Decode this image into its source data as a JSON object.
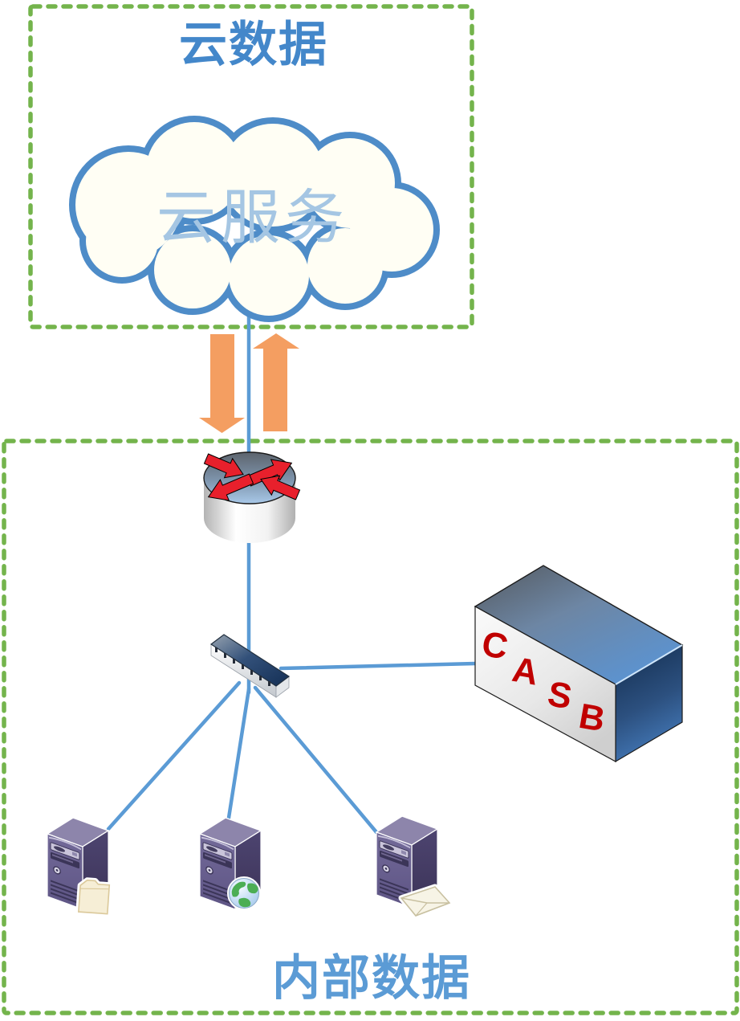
{
  "cloud_zone": {
    "title": "云数据",
    "cloud_label": "云服务"
  },
  "internal_zone": {
    "title": "内部数据",
    "casb_letters": [
      "C",
      "A",
      "S",
      "B"
    ]
  },
  "icons": {
    "cloud": "cloud-icon",
    "download_arrow": "download-arrow-icon",
    "upload_arrow": "upload-arrow-icon",
    "router": "router-icon",
    "switch": "switch-icon",
    "casb_appliance": "casb-appliance-icon",
    "file_server": "file-server-icon",
    "web_server": "web-server-icon",
    "mail_server": "mail-server-icon"
  },
  "colors": {
    "zone_border_green": "#74b44c",
    "cloud_zone_title_blue": "#4387ca",
    "internal_zone_title_blue": "#5b9bd5",
    "cloud_outline_blue": "#4e8cc8",
    "cloud_fill": "#fffef4",
    "cloud_label_blue": "#a5c6e3",
    "connector_blue": "#5b9bd5",
    "flow_arrow_orange": "#f49e61",
    "casb_letter_red": "#c00000",
    "router_arrow_red": "#e8202c",
    "server_purple": "#6a6190"
  }
}
